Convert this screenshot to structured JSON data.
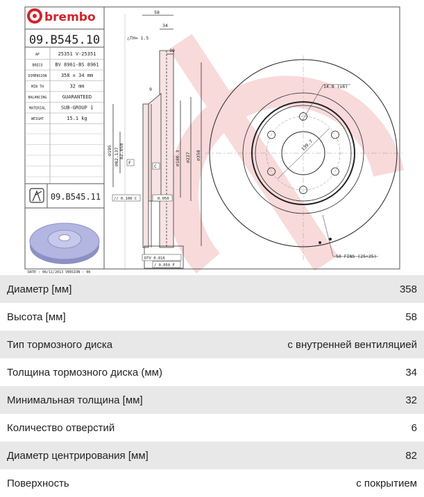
{
  "drawing": {
    "brand": "brembo",
    "part_number": "09.B545.10",
    "info_rows": [
      {
        "label": "AP",
        "value": "25351 V-25351"
      },
      {
        "label": "BRECO",
        "value": "BV 8961-BS 8961"
      },
      {
        "label": "DIMENSION",
        "value": "358 x 34 mm"
      },
      {
        "label": "MIN TH",
        "value": "32 mm"
      },
      {
        "label": "BALANCING",
        "value": "GUARANTEED"
      },
      {
        "label": "MATERIAL",
        "value": "SUB-GROUP 1"
      },
      {
        "label": "WEIGHT",
        "value": "15.1 kg"
      }
    ],
    "alt_part_number": "09.B545.11",
    "date_line": "DATE : 06/11/2013 VERSION : 00",
    "dims": {
      "d58": "58",
      "d34": "34",
      "th": "△TH= 1.5",
      "d10": "10",
      "d9": "9",
      "d195": "∅195",
      "d82a": "∅82.137",
      "d82b": "82.050",
      "d180": "∅180.3",
      "d227": "∅227",
      "d358": "∅358",
      "f": "F",
      "c": "C",
      "tol1": "// 0.100 C",
      "tol2": "0.050",
      "dtv": "DTV 0.016",
      "tol3": "/ 0.050 F",
      "holes": "14.8 (x6)",
      "pcd": "139.7",
      "fins": "50 FINS (25+25)"
    },
    "colors": {
      "brand_red": "#d2232a",
      "watermark": "#f8dada",
      "disc": "#a9acd8"
    }
  },
  "specs": [
    {
      "label": "Диаметр [мм]",
      "value": "358"
    },
    {
      "label": "Высота [мм]",
      "value": "58"
    },
    {
      "label": "Тип тормозного диска",
      "value": "с внутренней вентиляцией"
    },
    {
      "label": "Толщина тормозного диска (мм)",
      "value": "34"
    },
    {
      "label": "Минимальная толщина [мм]",
      "value": "32"
    },
    {
      "label": "Количество отверстий",
      "value": "6"
    },
    {
      "label": "Диаметр центрирования [мм]",
      "value": "82"
    },
    {
      "label": "Поверхность",
      "value": "с покрытием"
    }
  ]
}
